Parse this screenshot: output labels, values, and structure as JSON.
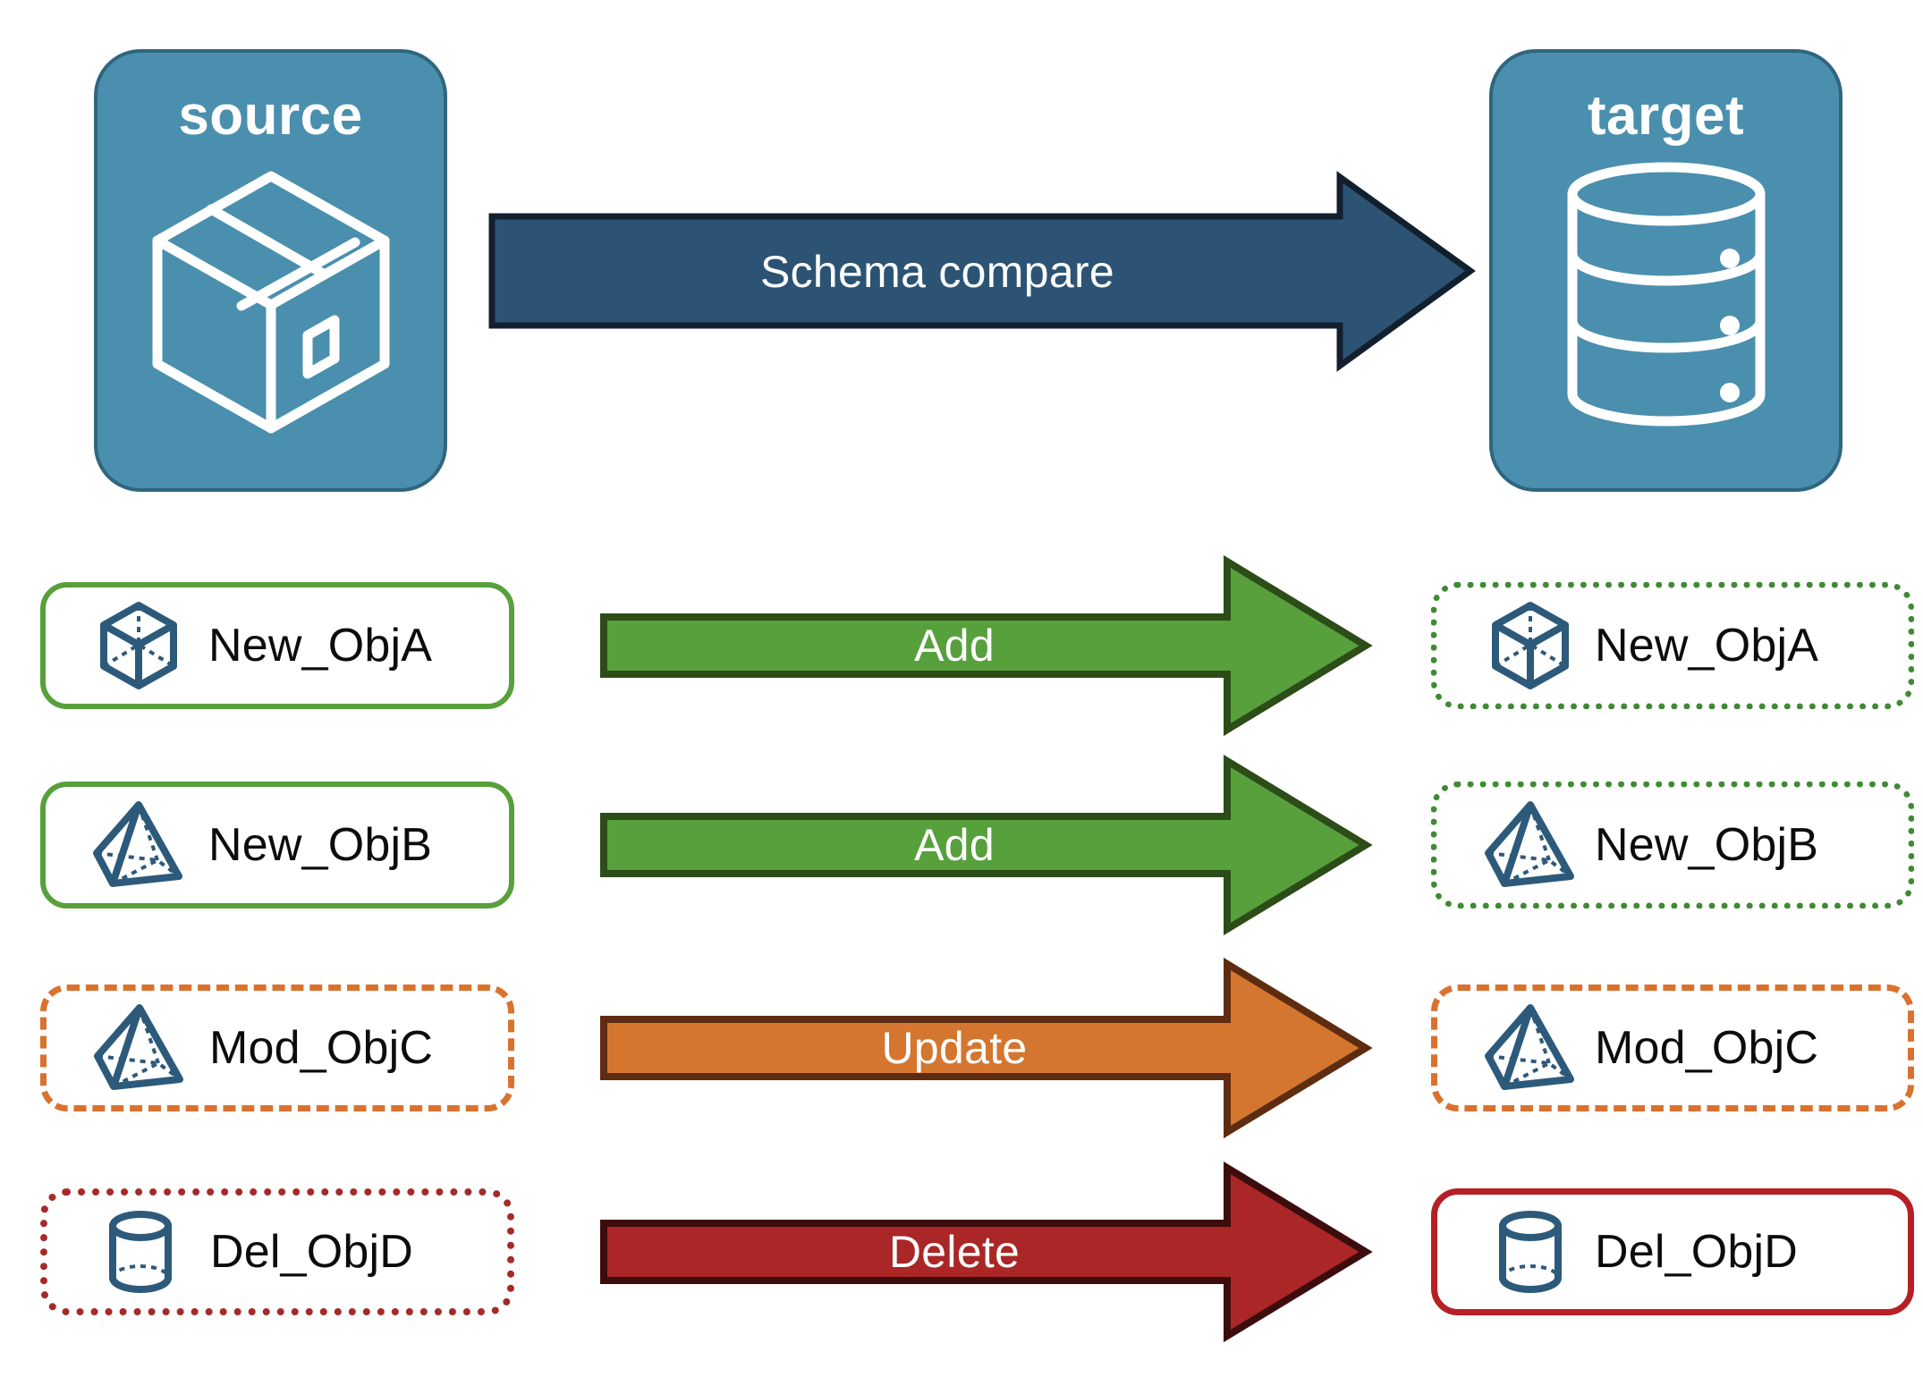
{
  "diagram": {
    "title": "Schema compare between source and target",
    "colors": {
      "panel_fill": "#4a8fae",
      "panel_border": "#2f667f",
      "icon_blue": "#2d5a7b",
      "compare_arrow_fill": "#2c5374",
      "compare_arrow_border": "#12202e",
      "add_fill": "#57a03c",
      "add_border": "#2c4c18",
      "update_fill": "#d4762f",
      "update_border": "#5e2c10",
      "delete_fill": "#ab2626",
      "delete_border": "#3d0d0d",
      "green_outline": "#57a03c",
      "green_dotted": "#3f8a33",
      "orange_dashed": "#d9722f",
      "red_dotted": "#a52a2a",
      "red_solid": "#b52025",
      "label_text": "#0c0c0c",
      "arrow_text": "#ffffff",
      "background": "#ffffff"
    }
  },
  "endpoints": {
    "source": {
      "title": "source",
      "icon": "package-box-icon"
    },
    "target": {
      "title": "target",
      "icon": "database-cylinder-icon"
    }
  },
  "compare": {
    "label": "Schema compare",
    "direction": "source-to-target"
  },
  "rows": [
    {
      "source": {
        "label": "New_ObjA",
        "icon": "cube-wireframe-icon",
        "border": "green-solid"
      },
      "action": {
        "label": "Add",
        "kind": "add"
      },
      "target": {
        "label": "New_ObjA",
        "icon": "cube-wireframe-icon",
        "border": "green-dotted"
      }
    },
    {
      "source": {
        "label": "New_ObjB",
        "icon": "pyramid-wireframe-icon",
        "border": "green-solid"
      },
      "action": {
        "label": "Add",
        "kind": "add"
      },
      "target": {
        "label": "New_ObjB",
        "icon": "pyramid-wireframe-icon",
        "border": "green-dotted"
      }
    },
    {
      "source": {
        "label": "Mod_ObjC",
        "icon": "pyramid-wireframe-icon",
        "border": "orange-dashed"
      },
      "action": {
        "label": "Update",
        "kind": "update"
      },
      "target": {
        "label": "Mod_ObjC",
        "icon": "pyramid-wireframe-icon",
        "border": "orange-dashed"
      }
    },
    {
      "source": {
        "label": "Del_ObjD",
        "icon": "cylinder-wireframe-icon",
        "border": "red-dotted"
      },
      "action": {
        "label": "Delete",
        "kind": "delete"
      },
      "target": {
        "label": "Del_ObjD",
        "icon": "cylinder-wireframe-icon",
        "border": "red-solid"
      }
    }
  ]
}
